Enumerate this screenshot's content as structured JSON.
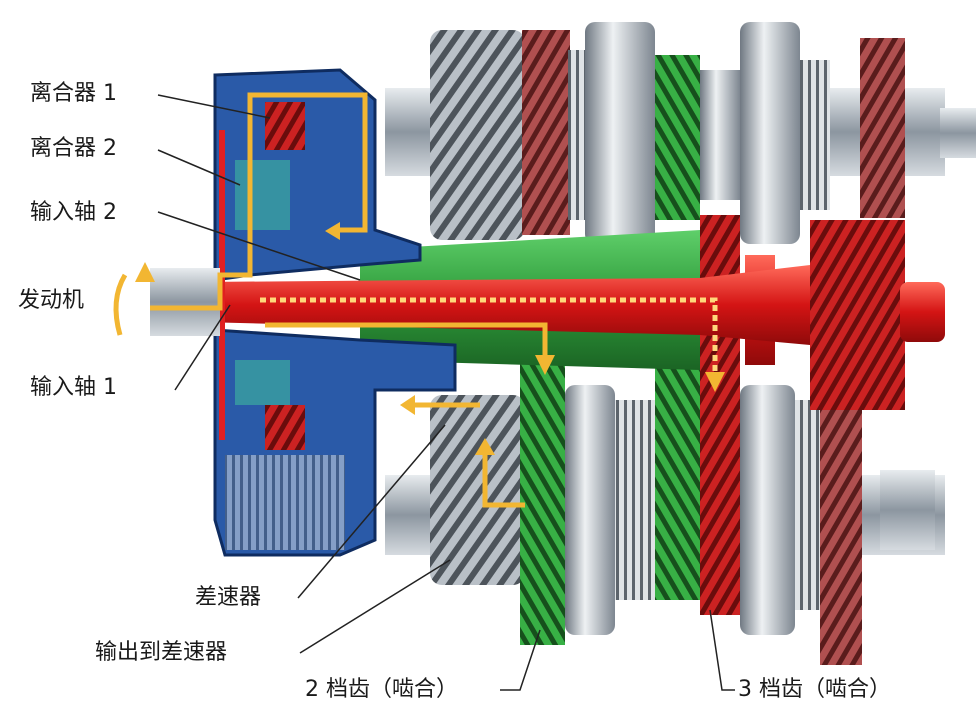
{
  "labels": {
    "clutch1": "离合器 1",
    "clutch2": "离合器 2",
    "input_shaft2": "输入轴 2",
    "engine": "发动机",
    "input_shaft1": "输入轴 1",
    "differential": "差速器",
    "output_to_differential": "输出到差速器",
    "gear2_engaged": "2 档齿（啮合）",
    "gear3_engaged": "3 档齿（啮合）"
  },
  "colors": {
    "input_shaft1": "#e02020",
    "input_shaft2": "#2e9a3a",
    "power_flow": "#f2b632",
    "clutch_housing": "#2a5aa8",
    "steel": "#9aa3ad"
  }
}
